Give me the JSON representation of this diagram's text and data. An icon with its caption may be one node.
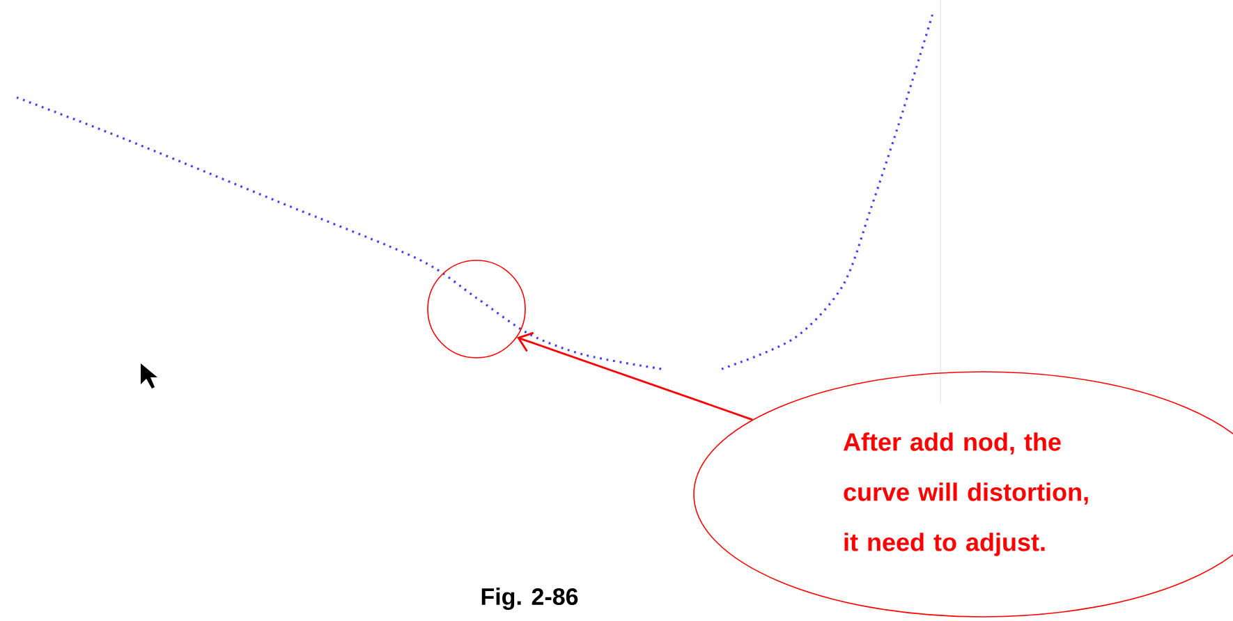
{
  "diagram": {
    "caption": "Fig. 2-86",
    "nodes": [
      {
        "text": [],
        "shape": "circle"
      },
      {
        "text": [
          "After add nod, the curve will distortion, it need to adjust."
        ]
      }
    ],
    "edges": [
      {
        "from": 1,
        "to": 0,
        "arrow": "to"
      }
    ]
  }
}
